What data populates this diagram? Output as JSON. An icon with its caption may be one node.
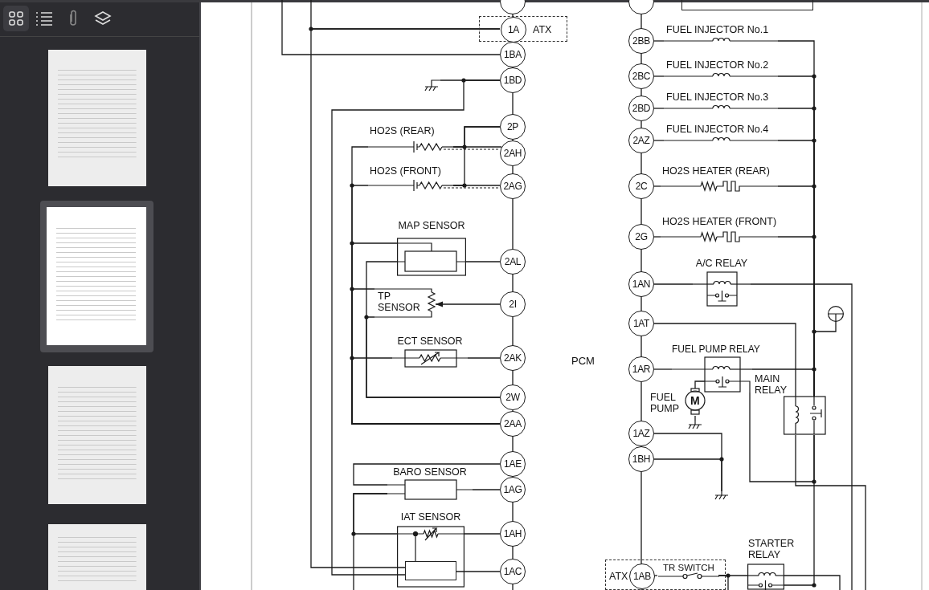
{
  "diagram": {
    "nodes": [
      {
        "text": [],
        "shape": "circle"
      },
      {
        "text": [
          "ATX"
        ]
      },
      {
        "text": [
          "1A"
        ],
        "in": 1
      },
      {
        "text": [
          "1BA"
        ]
      },
      {
        "text": [
          "1BD"
        ]
      },
      {
        "text": [],
        "shape": "picture"
      },
      {
        "text": [
          "HO2S (REAR)"
        ]
      },
      {
        "text": [
          "2P"
        ]
      },
      {
        "text": [
          "2AH"
        ]
      },
      {
        "text": [
          "HO2S (FRONT)"
        ]
      },
      {
        "text": [
          "2AG"
        ]
      },
      {
        "text": [
          "MAP SENSOR"
        ]
      },
      {
        "text": [
          "2AL"
        ]
      },
      {
        "text": [
          "TP SENSOR"
        ]
      },
      {
        "text": [
          "2I"
        ]
      },
      {
        "text": [
          "ECT SENSOR"
        ]
      },
      {
        "text": [
          "2AK"
        ]
      },
      {
        "text": [
          "2W"
        ]
      },
      {
        "text": [
          "2AA"
        ]
      },
      {
        "text": [
          "1AE"
        ]
      },
      {
        "text": [
          "BARO SENSOR"
        ]
      },
      {
        "text": [
          "1AG"
        ]
      },
      {
        "text": [
          "IAT SENSOR"
        ]
      },
      {
        "text": [
          "1AH"
        ]
      },
      {
        "text": [],
        "shape": "box",
        "in": 22
      },
      {
        "text": [
          "1AC"
        ]
      },
      {
        "text": [],
        "shape": "circle"
      },
      {
        "text": [],
        "shape": "box"
      },
      {
        "text": [
          "2BB"
        ]
      },
      {
        "text": [
          "FUEL INJECTOR No.1"
        ]
      },
      {
        "text": [
          "2BC"
        ]
      },
      {
        "text": [
          "FUEL INJECTOR No.2"
        ]
      },
      {
        "text": [
          "2BD"
        ]
      },
      {
        "text": [
          "FUEL INJECTOR No.3"
        ]
      },
      {
        "text": [
          "2AZ"
        ]
      },
      {
        "text": [
          "FUEL INJECTOR No.4"
        ]
      },
      {
        "text": [
          "2C"
        ]
      },
      {
        "text": [
          "HO2S HEATER (REAR)"
        ]
      },
      {
        "text": [
          "2G"
        ]
      },
      {
        "text": [
          "HO2S HEATER (FRONT)"
        ]
      },
      {
        "text": [
          "A/C RELAY"
        ]
      },
      {
        "text": [
          "1AN"
        ]
      },
      {
        "text": [],
        "shape": "circle"
      },
      {
        "text": [
          "1AT"
        ]
      },
      {
        "text": [
          "FUEL PUMP RELAY"
        ]
      },
      {
        "text": [
          "1AR"
        ]
      },
      {
        "text": [
          "MAIN RELAY"
        ]
      },
      {
        "text": [
          "FUEL PUMP",
          "M"
        ]
      },
      {
        "text": [],
        "shape": "picture"
      },
      {
        "text": [
          "1AZ"
        ]
      },
      {
        "text": [
          "1BH"
        ]
      },
      {
        "text": [],
        "shape": "picture"
      },
      {
        "text": [
          "ATX"
        ]
      },
      {
        "text": [
          "1AB"
        ],
        "in": 52
      },
      {
        "text": [
          "TR SWITCH"
        ],
        "in": 52
      },
      {
        "text": [
          "STARTER RELAY"
        ]
      }
    ],
    "edges": [
      {
        "from": 2,
        "to": null,
        "arrow": "none"
      },
      {
        "from": 2,
        "to": 24,
        "arrow": "none"
      },
      {
        "from": 3,
        "to": null,
        "arrow": "none"
      },
      {
        "from": 4,
        "to": 5,
        "arrow": "none"
      },
      {
        "from": 4,
        "to": 24,
        "arrow": "none"
      },
      {
        "from": 6,
        "to": 8,
        "arrow": "none"
      },
      {
        "from": 9,
        "to": 10,
        "arrow": "none"
      },
      {
        "from": 7,
        "to": 6,
        "arrow": "none"
      },
      {
        "from": 7,
        "to": 9,
        "arrow": "none"
      },
      {
        "from": 18,
        "to": 6,
        "arrow": "none"
      },
      {
        "from": 18,
        "to": 9,
        "arrow": "none"
      },
      {
        "from": 18,
        "to": 11,
        "arrow": "none"
      },
      {
        "from": 11,
        "to": 12,
        "arrow": "none"
      },
      {
        "from": 17,
        "to": 11,
        "arrow": "none"
      },
      {
        "from": 14,
        "to": 13,
        "arrow": "to"
      },
      {
        "from": 18,
        "to": 13,
        "arrow": "none"
      },
      {
        "from": 17,
        "to": 13,
        "arrow": "none"
      },
      {
        "from": 18,
        "to": 15,
        "arrow": "none"
      },
      {
        "from": 15,
        "to": 16,
        "arrow": "none"
      },
      {
        "from": 19,
        "to": 20,
        "arrow": "none"
      },
      {
        "from": 20,
        "to": 21,
        "arrow": "none"
      },
      {
        "from": 20,
        "to": 22,
        "arrow": "none"
      },
      {
        "from": 20,
        "to": null,
        "arrow": "none"
      },
      {
        "from": 23,
        "to": 22,
        "arrow": "none"
      },
      {
        "from": 24,
        "to": 25,
        "arrow": "none"
      },
      {
        "from": 28,
        "to": 29,
        "arrow": "none"
      },
      {
        "from": 30,
        "to": 31,
        "arrow": "none"
      },
      {
        "from": 32,
        "to": 33,
        "arrow": "none"
      },
      {
        "from": 34,
        "to": 35,
        "arrow": "none"
      },
      {
        "from": 36,
        "to": 37,
        "arrow": "none"
      },
      {
        "from": 38,
        "to": 39,
        "arrow": "none"
      },
      {
        "from": 41,
        "to": 40,
        "arrow": "none"
      },
      {
        "from": 40,
        "to": null,
        "arrow": "none"
      },
      {
        "from": 29,
        "to": 46,
        "arrow": "none"
      },
      {
        "from": 31,
        "to": 46,
        "arrow": "none"
      },
      {
        "from": 33,
        "to": 46,
        "arrow": "none"
      },
      {
        "from": 35,
        "to": 46,
        "arrow": "none"
      },
      {
        "from": 37,
        "to": 46,
        "arrow": "none"
      },
      {
        "from": 39,
        "to": 46,
        "arrow": "none"
      },
      {
        "from": 42,
        "to": 46,
        "arrow": "none"
      },
      {
        "from": 44,
        "to": 46,
        "arrow": "none"
      },
      {
        "from": 44,
        "to": 46,
        "arrow": "none"
      },
      {
        "from": 43,
        "to": 46,
        "arrow": "none"
      },
      {
        "from": 46,
        "to": null,
        "arrow": "none"
      },
      {
        "from": 45,
        "to": 44,
        "arrow": "none"
      },
      {
        "from": 44,
        "to": 47,
        "arrow": "none"
      },
      {
        "from": 47,
        "to": 48,
        "arrow": "none"
      },
      {
        "from": 49,
        "to": 51,
        "arrow": "none"
      },
      {
        "from": 50,
        "to": 51,
        "arrow": "none"
      },
      {
        "from": 53,
        "to": 54,
        "arrow": "none"
      },
      {
        "from": 54,
        "to": 55,
        "arrow": "none"
      },
      {
        "from": 54,
        "to": null,
        "arrow": "none"
      },
      {
        "from": 55,
        "to": 46,
        "arrow": "none"
      },
      {
        "from": 55,
        "to": null,
        "arrow": "none"
      }
    ],
    "labels": [
      "PCM"
    ]
  }
}
